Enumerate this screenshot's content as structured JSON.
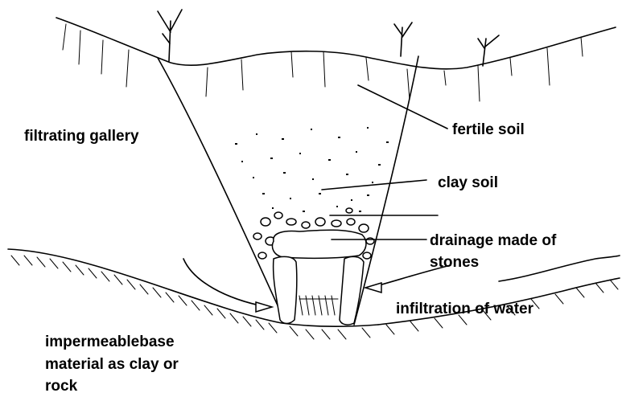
{
  "labels": {
    "filtrating_gallery": "filtrating gallery",
    "fertile_soil": "fertile soil",
    "clay_soil": "clay soil",
    "drainage_line1": "drainage made of",
    "drainage_line2": "stones",
    "infiltration": "infiltration of water",
    "base_line1": "impermeablebase",
    "base_line2": "material as clay or",
    "base_line3": "rock"
  },
  "colors": {
    "ink": "#000000",
    "background": "#ffffff"
  }
}
